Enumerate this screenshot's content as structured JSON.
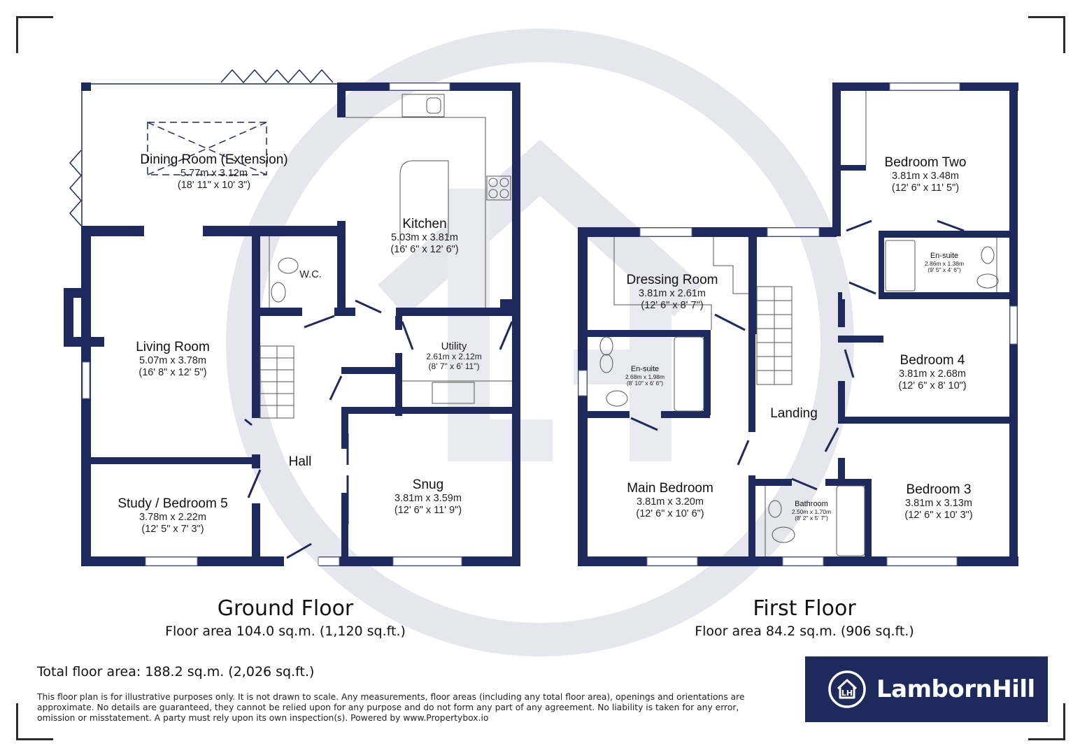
{
  "colors": {
    "wall": "#1f2a5c",
    "watermark": "#e6e7ee",
    "logo_bg": "#1f2a5c",
    "text": "#111111"
  },
  "ground_floor": {
    "title": "Ground Floor",
    "area": "Floor area 104.0 sq.m. (1,120 sq.ft.)",
    "rooms": [
      {
        "name": "Dining Room (Extension)",
        "metric": "5.77m x 3.12m",
        "imperial": "(18' 11\" x 10' 3\")"
      },
      {
        "name": "Kitchen",
        "metric": "5.03m x 3.81m",
        "imperial": "(16' 6\" x 12' 6\")"
      },
      {
        "name": "W.C.",
        "metric": "",
        "imperial": ""
      },
      {
        "name": "Living Room",
        "metric": "5.07m x 3.78m",
        "imperial": "(16' 8\" x 12' 5\")"
      },
      {
        "name": "Utility",
        "metric": "2.61m x 2.12m",
        "imperial": "(8' 7\" x 6' 11\")"
      },
      {
        "name": "Hall",
        "metric": "",
        "imperial": ""
      },
      {
        "name": "Snug",
        "metric": "3.81m x 3.59m",
        "imperial": "(12' 6\" x 11' 9\")"
      },
      {
        "name": "Study / Bedroom 5",
        "metric": "3.78m x 2.22m",
        "imperial": "(12' 5\" x 7' 3\")"
      }
    ]
  },
  "first_floor": {
    "title": "First Floor",
    "area": "Floor area 84.2 sq.m. (906 sq.ft.)",
    "rooms": [
      {
        "name": "Bedroom Two",
        "metric": "3.81m x 3.48m",
        "imperial": "(12' 6\" x 11' 5\")"
      },
      {
        "name": "En-suite",
        "metric": "2.86m x 1.38m",
        "imperial": "(9' 5\" x 4' 6\")"
      },
      {
        "name": "Dressing Room",
        "metric": "3.81m x 2.61m",
        "imperial": "(12' 6\" x 8' 7\")"
      },
      {
        "name": "En-suite",
        "metric": "2.68m x 1.98m",
        "imperial": "(8' 10\" x 6' 6\")"
      },
      {
        "name": "Bedroom 4",
        "metric": "3.81m x 2.68m",
        "imperial": "(12' 6\" x 8' 10\")"
      },
      {
        "name": "Landing",
        "metric": "",
        "imperial": ""
      },
      {
        "name": "Main Bedroom",
        "metric": "3.81m x 3.20m",
        "imperial": "(12' 6\" x 10' 6\")"
      },
      {
        "name": "Bathroom",
        "metric": "2.50m x 1.70m",
        "imperial": "(8' 2\" x 5' 7\")"
      },
      {
        "name": "Bedroom 3",
        "metric": "3.81m x 3.13m",
        "imperial": "(12' 6\" x 10' 3\")"
      }
    ]
  },
  "total_area": "Total floor area: 188.2 sq.m. (2,026 sq.ft.)",
  "disclaimer": "This floor plan is for illustrative purposes only. It is not drawn to scale. Any measurements, floor areas (including any total floor area), openings and orientations are approximate. No details are guaranteed, they cannot be relied upon for any purpose and do not form any part of any agreement. No liability is taken for any error, omission or misstatement. A party must rely upon its own inspection(s). Powered by www.Propertybox.io",
  "logo": {
    "icon": "house-lh-icon",
    "monogram": "LH",
    "text": "LambornHill"
  }
}
